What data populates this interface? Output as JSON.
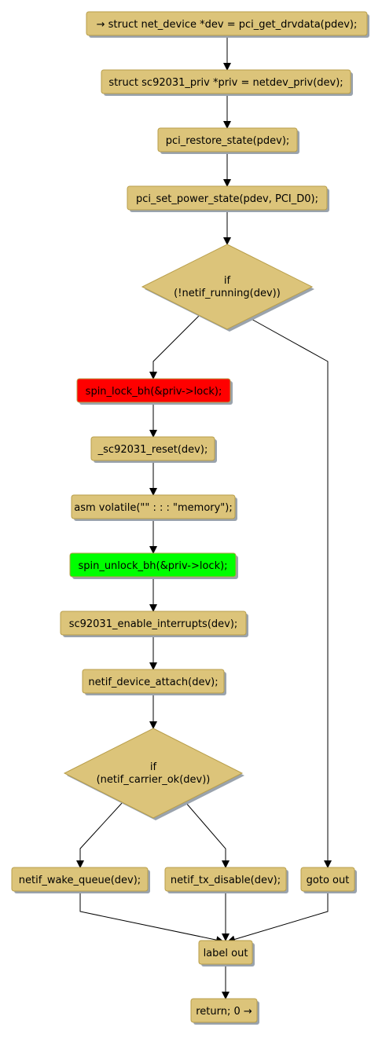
{
  "colors": {
    "node_fill": "#dcc47a",
    "node_stroke": "#b89e4a",
    "shadow": "#9aa3ad",
    "lock_fill": "#ff0000",
    "unlock_fill": "#00ff00",
    "edge": "#000000"
  },
  "nodes": {
    "get_drvdata": "→ struct net_device *dev = pci_get_drvdata(pdev);",
    "netdev_priv": "struct sc92031_priv *priv = netdev_priv(dev);",
    "restore_state": "pci_restore_state(pdev);",
    "set_power_state": "pci_set_power_state(pdev, PCI_D0);",
    "if_running_1": "if",
    "if_running_2": "(!netif_running(dev))",
    "spin_lock": "spin_lock_bh(&priv->lock);",
    "reset": "_sc92031_reset(dev);",
    "asm_volatile": "asm volatile(\"\" : : : \"memory\");",
    "spin_unlock": "spin_unlock_bh(&priv->lock);",
    "enable_interrupts": "sc92031_enable_interrupts(dev);",
    "device_attach": "netif_device_attach(dev);",
    "if_carrier_1": "if",
    "if_carrier_2": "(netif_carrier_ok(dev))",
    "wake_queue": "netif_wake_queue(dev);",
    "tx_disable": "netif_tx_disable(dev);",
    "goto_out": "goto out",
    "label_out": "label out",
    "return": "return; 0 →"
  }
}
